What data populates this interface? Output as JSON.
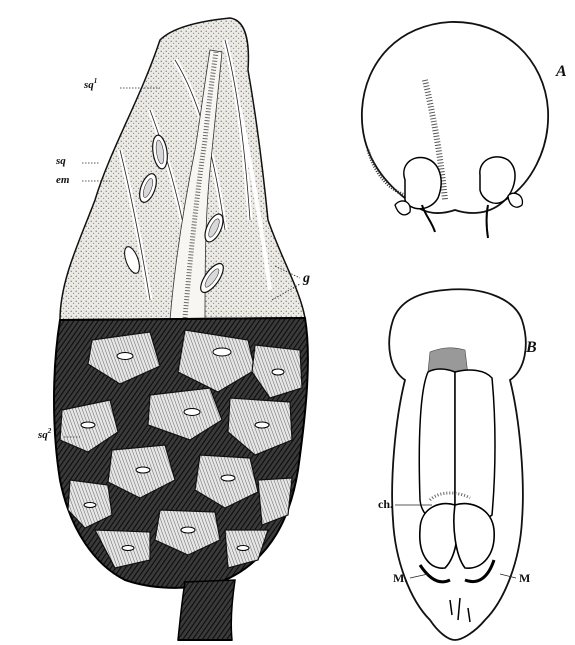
{
  "labels": {
    "sq1": "sq",
    "sq1_sup": "1",
    "sq": "sq",
    "em": "em",
    "g": "g",
    "sq2": "sq",
    "sq2_sup": "2",
    "A": "A",
    "B": "B",
    "ch": "ch.",
    "M_left": "M.",
    "M_right": "M"
  },
  "colors": {
    "ink": "#111111",
    "paper": "#ffffff",
    "stipple": "#d8d4cc"
  }
}
